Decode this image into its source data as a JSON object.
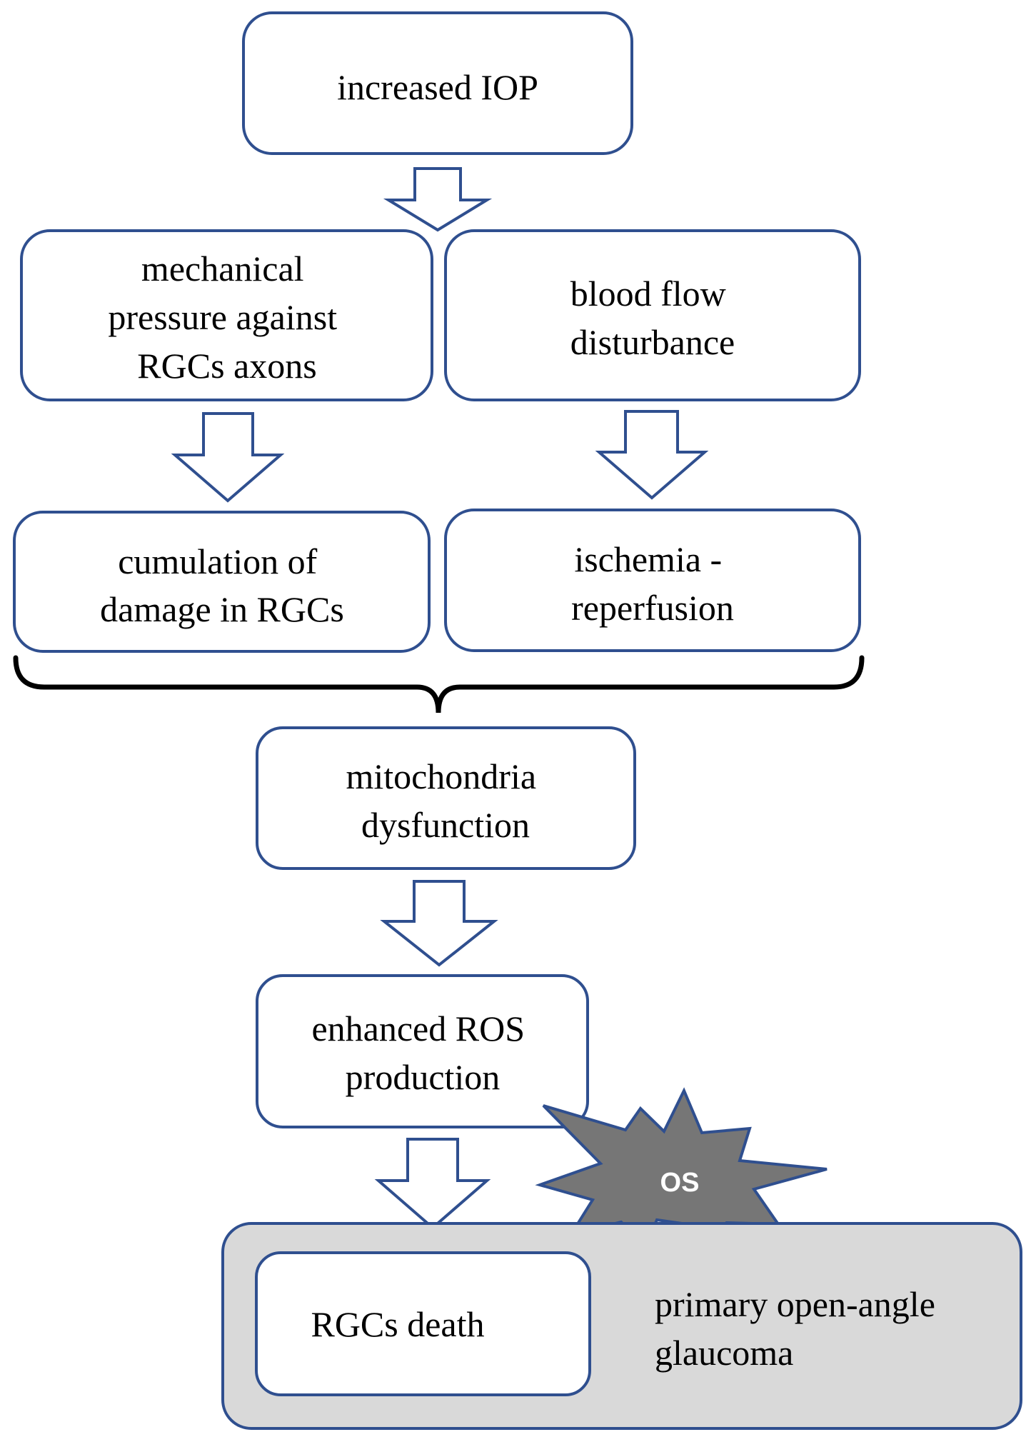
{
  "diagram": {
    "nodes": {
      "increased_iop": "increased IOP",
      "mechanical_pressure": [
        "mechanical",
        "pressure against",
        "RGCs axons"
      ],
      "blood_flow": [
        "blood flow",
        "disturbance"
      ],
      "cumulation_damage": [
        "cumulation of",
        "damage in RGCs"
      ],
      "ischemia": [
        "ischemia -",
        "reperfusion"
      ],
      "mitochondria": [
        "mitochondria",
        "dysfunction"
      ],
      "ros": [
        "enhanced ROS",
        "production"
      ],
      "rgcs_death": "RGCs death",
      "poag": [
        "primary open-angle",
        "glaucoma"
      ]
    },
    "os_badge": "OS",
    "colors": {
      "box_border": "#2f4f8f",
      "outcome_fill": "#d9d9d9",
      "os_fill": "#767676",
      "brace": "#000000"
    }
  }
}
